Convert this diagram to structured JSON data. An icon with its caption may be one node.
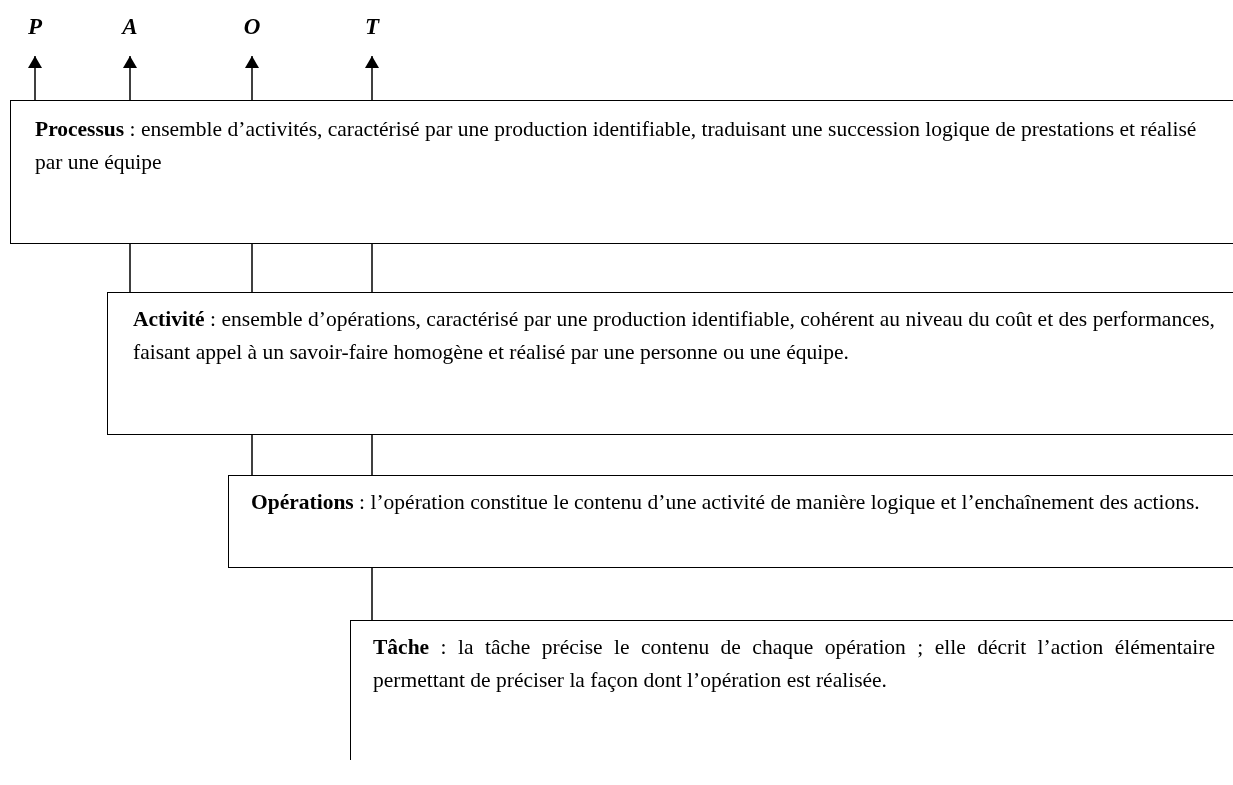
{
  "diagram": {
    "nodes": [
      {
        "text": [
          "P"
        ]
      },
      {
        "text": [
          "A"
        ]
      },
      {
        "text": [
          "O"
        ]
      },
      {
        "text": [
          "T"
        ]
      },
      {
        "text": [
          "**Processus** : ensemble d’activités, caractérisé par une production identifiable, traduisant une succession logique de prestations et réalisé par une équipe"
        ]
      },
      {
        "text": [
          "**Activité** : ensemble d’opérations, caractérisé par une production identifiable, cohérent au niveau du coût et des performances, faisant appel à un savoir-faire homogène et réalisé par une personne ou une équipe."
        ]
      },
      {
        "text": [
          "**Opérations** : l’opération constitue le contenu d’une activité de manière logique et l’enchaînement des actions."
        ]
      },
      {
        "text": [
          "**Tâche** : la tâche précise le contenu de chaque opération ; elle décrit l’action élémentaire permettant de préciser la façon dont l’opération est réalisée."
        ]
      }
    ],
    "edges": [
      {
        "from": 4,
        "to": 0,
        "arrow": "to"
      },
      {
        "from": 4,
        "to": 1,
        "arrow": "to"
      },
      {
        "from": 4,
        "to": 2,
        "arrow": "to"
      },
      {
        "from": 4,
        "to": 3,
        "arrow": "to"
      },
      {
        "from": 4,
        "to": 5,
        "arrow": "none"
      },
      {
        "from": 4,
        "to": 5,
        "arrow": "none"
      },
      {
        "from": 4,
        "to": 5,
        "arrow": "none"
      },
      {
        "from": 5,
        "to": 6,
        "arrow": "none"
      },
      {
        "from": 5,
        "to": 6,
        "arrow": "none"
      },
      {
        "from": 6,
        "to": 7,
        "arrow": "none"
      }
    ]
  }
}
